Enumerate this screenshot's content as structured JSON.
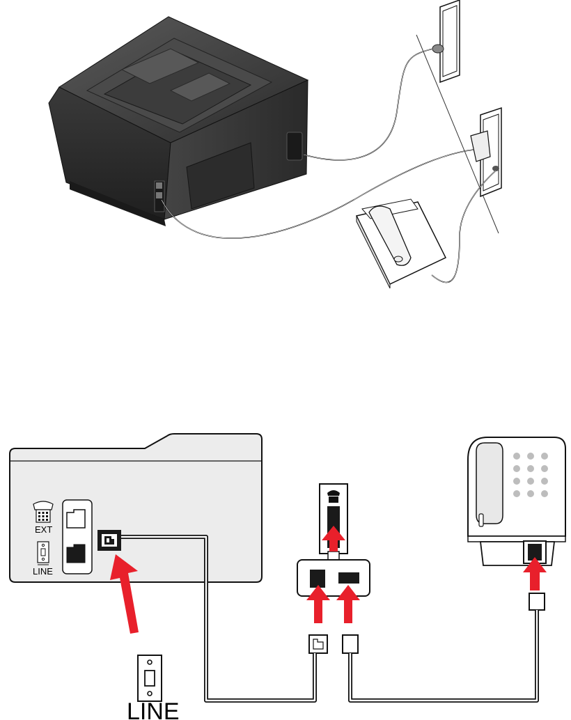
{
  "top_illustration": {
    "printer_icon": "printer-icon",
    "wall_outlet_icon": "wall-outlet-icon",
    "splitter_icon": "splitter-icon",
    "telephone_icon": "telephone-icon"
  },
  "bottom_diagram": {
    "printer_ports": {
      "ext_label": "EXT",
      "line_label": "LINE"
    },
    "wall_jack_label": "LINE",
    "arrow_color": "#e8202b",
    "cable_color": "#000000",
    "panel_fill": "#ececec",
    "port_fill": "#1a1a1a"
  }
}
